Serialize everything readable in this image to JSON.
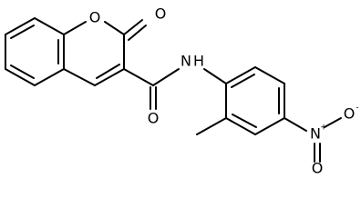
{
  "molecule": {
    "atoms": {
      "ring_oxygen": "O",
      "carbonyl_oxygen_lactone": "O",
      "amide_nitrogen": "N",
      "amide_hydrogen": "H",
      "amide_oxygen": "O",
      "nitro_nitrogen": "N",
      "nitro_nitrogen_charge": "+",
      "nitro_oxygen_top": "O",
      "nitro_oxygen_top_charge": "-",
      "nitro_oxygen_bottom": "O"
    }
  }
}
